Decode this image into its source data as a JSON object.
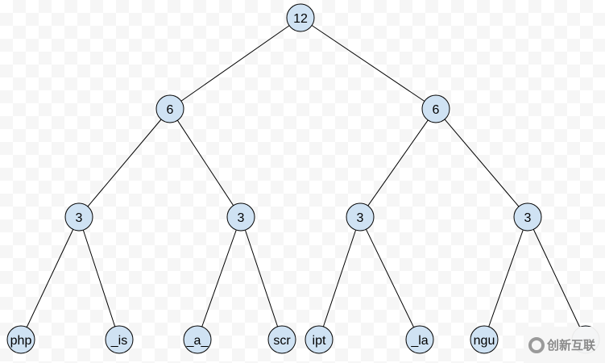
{
  "tree": {
    "node_fill": "#cfe2f3",
    "node_stroke": "#000000",
    "edge_color": "#000000",
    "nodes": [
      {
        "id": "n0",
        "label": "12",
        "parent": null
      },
      {
        "id": "n1",
        "label": "6",
        "parent": "n0"
      },
      {
        "id": "n2",
        "label": "6",
        "parent": "n0"
      },
      {
        "id": "n3",
        "label": "3",
        "parent": "n1"
      },
      {
        "id": "n4",
        "label": "3",
        "parent": "n1"
      },
      {
        "id": "n5",
        "label": "3",
        "parent": "n2"
      },
      {
        "id": "n6",
        "label": "3",
        "parent": "n2"
      },
      {
        "id": "n7",
        "label": "php",
        "parent": "n3"
      },
      {
        "id": "n8",
        "label": "_is",
        "parent": "n3"
      },
      {
        "id": "n9",
        "label": "_a_",
        "parent": "n4"
      },
      {
        "id": "n10",
        "label": "scr",
        "parent": "n4"
      },
      {
        "id": "n11",
        "label": "ipt",
        "parent": "n5"
      },
      {
        "id": "n12",
        "label": "_la",
        "parent": "n5"
      },
      {
        "id": "n13",
        "label": "ngu",
        "parent": "n6"
      },
      {
        "id": "n14",
        "label": "",
        "parent": "n6"
      }
    ]
  },
  "watermark": {
    "text": "创新互联"
  }
}
